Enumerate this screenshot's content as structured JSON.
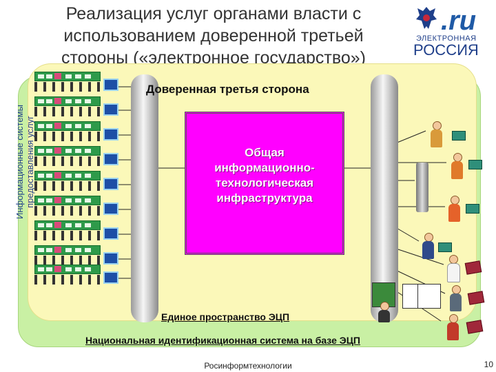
{
  "title": {
    "line1": "Реализация услуг органами власти с",
    "line2": "использованием доверенной третьей",
    "line3": "стороны («электронное государство»)"
  },
  "logo": {
    "mark": ".ru",
    "line1": "ЭЛЕКТРОННАЯ",
    "line2": "РОССИЯ"
  },
  "side_label": {
    "line1": "Информационные системы",
    "line2": "предоставления услуг"
  },
  "trusted_party": "Доверенная третья сторона",
  "core": {
    "line1": "Общая",
    "line2": "информационно-",
    "line3": "технологическая",
    "line4": "инфраструктура"
  },
  "signature_space": "Единое пространство ЭЦП",
  "national_id": "Национальная идентификационная система на базе ЭЦП",
  "footer": {
    "organization": "Росинформтехнологии",
    "page_number": "10"
  },
  "colors": {
    "core_fill": "#ff00ff",
    "upper_band": "#fbf8b9",
    "lower_band": "#c9f0a4",
    "rack_green": "#2e9a4a"
  },
  "icons": [
    "server-rack-icon",
    "computer-icon",
    "user-icon",
    "smart-card-icon",
    "passport-icon",
    "kiosk-icon",
    "signature-icon",
    "network-cloud-icon",
    "state-emblem-icon"
  ]
}
